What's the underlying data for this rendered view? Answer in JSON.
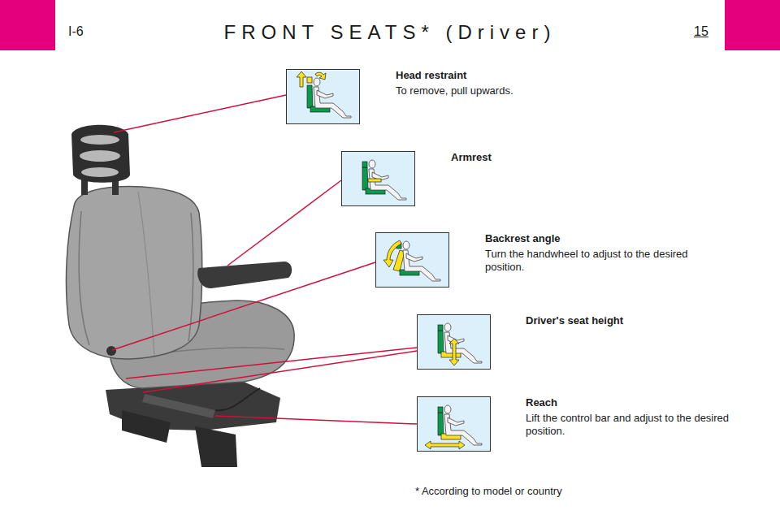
{
  "diagram": {
    "title": "FRONT SEATS* (Driver)",
    "nodes": [
      {
        "text": [
          "Head restraint",
          "To remove, pull upwards."
        ]
      },
      {
        "text": [
          "Armrest"
        ]
      },
      {
        "text": [
          "Backrest angle",
          "Turn the handwheel to adjust to the desired position."
        ]
      },
      {
        "text": [
          "Driver's seat height"
        ]
      },
      {
        "text": [
          "Reach",
          "Lift the control bar and adjust to the desired position."
        ]
      }
    ],
    "labels": [
      "I-6",
      "15",
      "* According to model or country"
    ]
  }
}
